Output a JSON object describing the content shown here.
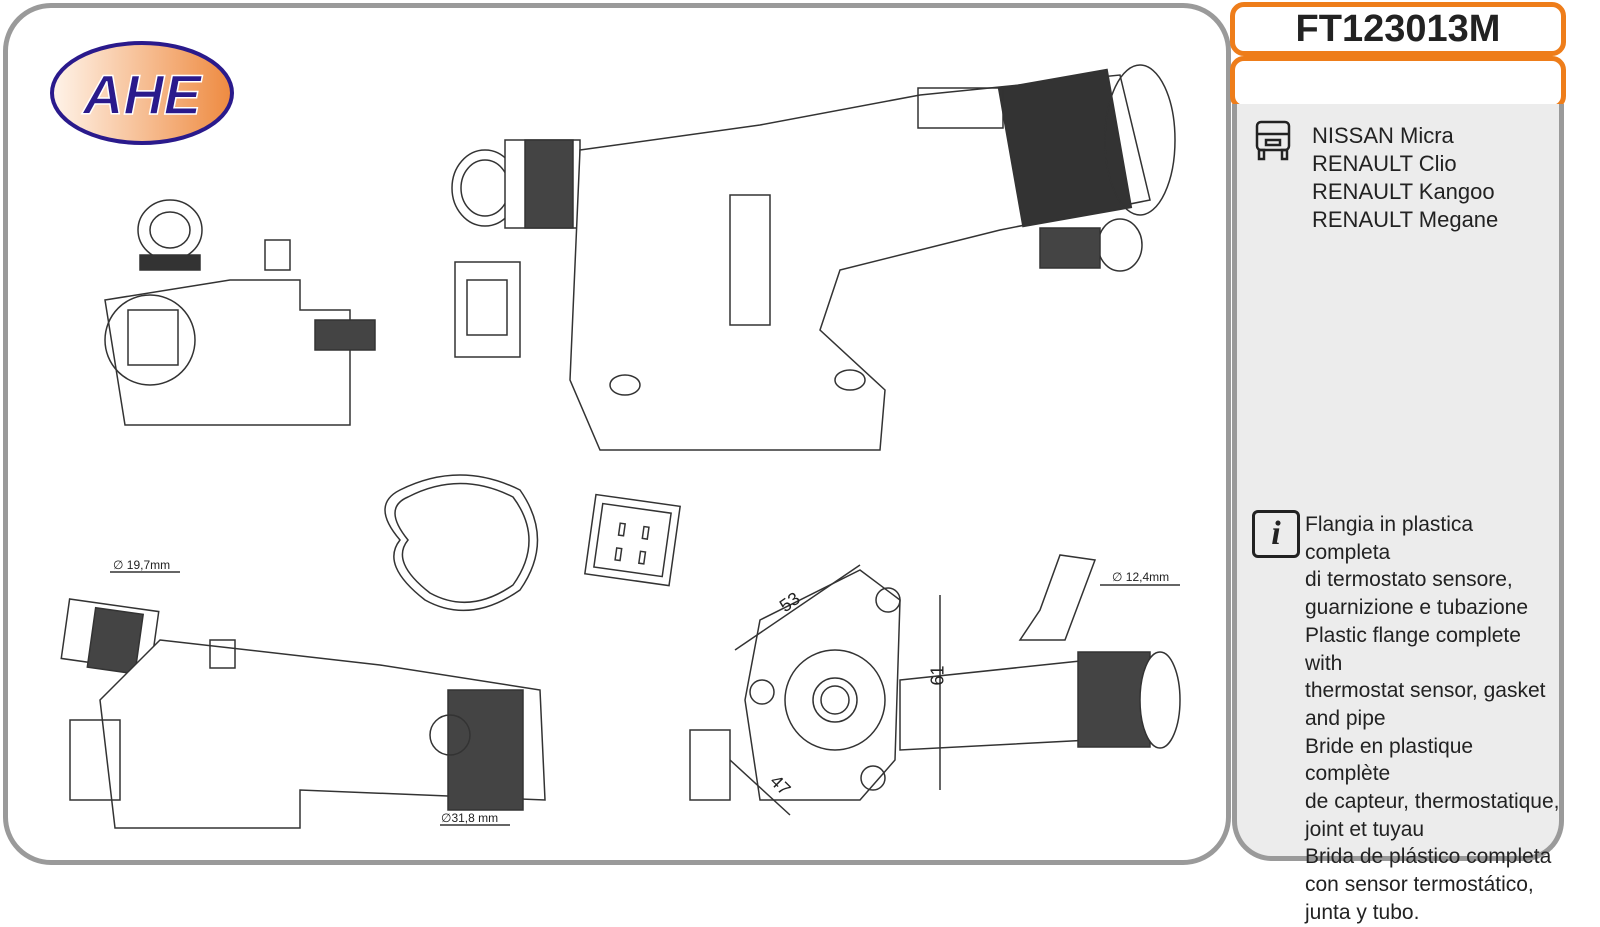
{
  "brand": {
    "logo_text": "AHE"
  },
  "product": {
    "code": "FT123013M"
  },
  "applications": [
    "NISSAN Micra",
    "RENAULT Clio",
    "RENAULT Kangoo",
    "RENAULT Megane"
  ],
  "description": [
    "Flangia in plastica completa",
    "di termostato sensore,",
    "guarnizione e tubazione",
    "Plastic flange complete with",
    "thermostat sensor, gasket",
    "and pipe",
    "Bride en plastique complète",
    "de capteur, thermostatique,",
    "joint et tuyau",
    "Brida de plástico completa",
    "con sensor termostático,",
    "junta y tubo."
  ],
  "info_icon_label": "i",
  "dimensions": {
    "d1": "∅ 19,7mm",
    "d2": "∅31,8 mm",
    "d3": "∅ 12,4mm",
    "a": "53",
    "b": "61",
    "c": "47"
  },
  "colors": {
    "accent": "#ee7d1a",
    "frame": "#9a9a9a",
    "logo_blue": "#2a1a8c",
    "logo_orange": "#f0a060"
  }
}
